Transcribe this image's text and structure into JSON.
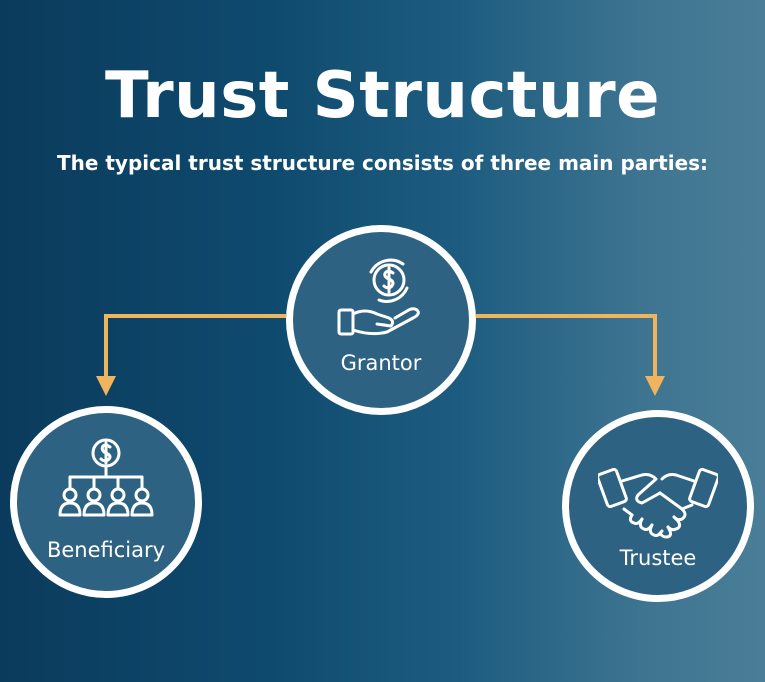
{
  "title": "Trust Structure",
  "subtitle": "The typical trust structure consists of three main parties:",
  "colors": {
    "background_dark": "#0b3b5c",
    "background_light": "#4a7e98",
    "node_fill": "#2e6282",
    "node_border": "#ffffff",
    "connector": "#f0b45c"
  },
  "nodes": {
    "grantor": {
      "label": "Grantor",
      "icon": "hand-receiving-money-icon"
    },
    "beneficiary": {
      "label": "Beneficiary",
      "icon": "money-hierarchy-people-icon"
    },
    "trustee": {
      "label": "Trustee",
      "icon": "handshake-icon"
    }
  },
  "edges": [
    {
      "from": "Grantor",
      "to": "Beneficiary"
    },
    {
      "from": "Grantor",
      "to": "Trustee"
    }
  ]
}
